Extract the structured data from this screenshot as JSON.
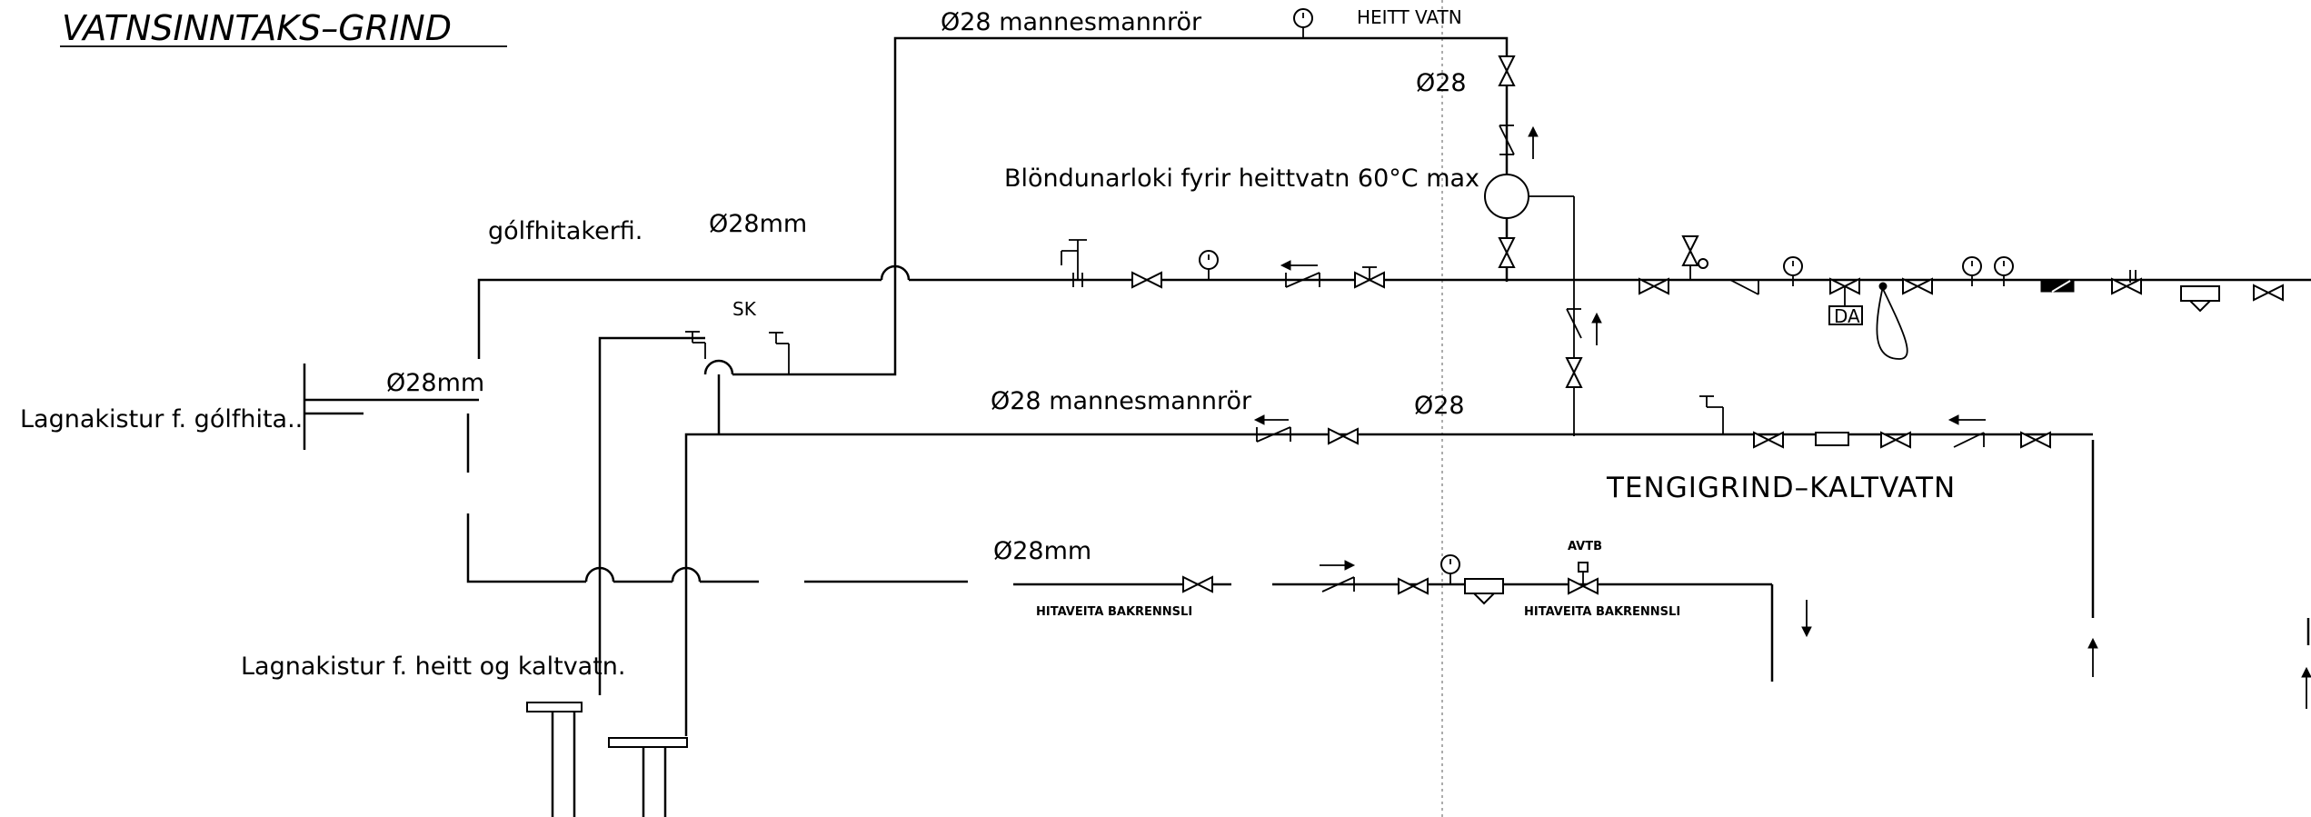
{
  "title": "VATNSINNTAKS–GRIND",
  "labels": {
    "pipe_top": "Ø28 mannesmannrör",
    "heitt_vatn": "HEITT  VATN",
    "d28_top": "Ø28",
    "blondunarloki": "Blöndunarloki fyrir heittvatn 60°C max",
    "golfhitakerfi": "gólfhitakerfi.",
    "d28mm_upper": "Ø28mm",
    "sk": "SK",
    "d28mm_left": "Ø28mm",
    "lagnakistur_golfhita": "Lagnakistur f. gólfhita..",
    "pipe_mid": "Ø28 mannesmannrör",
    "d28_mid": "Ø28",
    "tengigrind": "TENGIGRIND–KALTVATN",
    "d28mm_lower": "Ø28mm",
    "hitaveita_1": "HITAVEITA  BAKRENNSLI",
    "hitaveita_2": "HITAVEITA  BAKRENNSLI",
    "avtb": "AVTB",
    "da": "DA",
    "lagnakistur_heitt": "Lagnakistur f. heitt og kaltvatn."
  },
  "symbols": [
    "gate-valve",
    "check-valve",
    "pressure-gauge",
    "mixing-valve",
    "strainer",
    "pressure-reducing-valve",
    "safety-valve",
    "tap",
    "flow-arrow",
    "pipe-crossover"
  ]
}
